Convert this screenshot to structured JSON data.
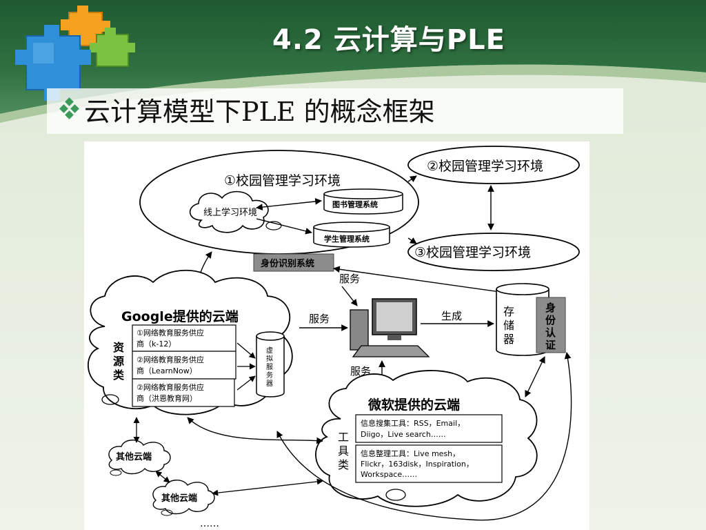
{
  "slide": {
    "title": "4.2 云计算与PLE",
    "subtitle": "云计算模型下PLE 的概念框架"
  },
  "colors": {
    "header_green": "#2e6b3b",
    "puzzle_blue": "#2f8fd8",
    "puzzle_orange": "#f4a21f",
    "puzzle_green": "#7cc242",
    "id_box": "#8c8c8c"
  },
  "diagram": {
    "campus1": "①校园管理学习环境",
    "campus2": "②校园管理学习环境",
    "campus3": "③校园管理学习环境",
    "online_env": "线上学习环境",
    "library_sys": "图书管理系统",
    "student_sys": "学生管理系统",
    "id_system": "身份识别系统",
    "service_top": "服务",
    "service_left": "服务",
    "service_bottom": "服务",
    "generate": "生成",
    "storage": [
      "存",
      "储",
      "器"
    ],
    "auth": [
      "身",
      "份",
      "认",
      "证"
    ],
    "google_cloud": "Google提供的云端",
    "resource_class": [
      "资",
      "源",
      "类"
    ],
    "provider1": [
      "①网络教育服务供应",
      "商（k-12）"
    ],
    "provider2": [
      "②网络教育服务供应",
      "商（LearnNow）"
    ],
    "provider3": [
      "②网络教育服务供应",
      "商（洪恩教育网）"
    ],
    "virtual_server": [
      "虚",
      "拟",
      "服",
      "务",
      "器"
    ],
    "ms_cloud": "微软提供的云端",
    "tool_class": [
      "工",
      "具",
      "类"
    ],
    "tool1": [
      "信息搜集工具：RSS，Email，",
      "Diigo，Live search……"
    ],
    "tool2": [
      "信息整理工具：Live mesh，",
      "Flickr，163disk，Inspiration，",
      "Workspace……"
    ],
    "other_cloud1": "其他云端",
    "other_cloud2": "其他云端",
    "ellipsis": "……"
  }
}
